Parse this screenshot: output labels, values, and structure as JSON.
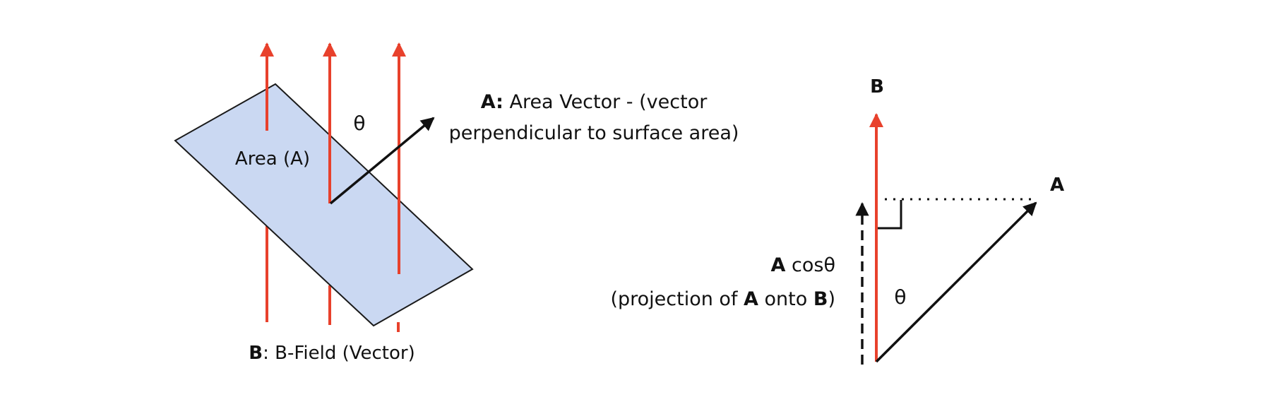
{
  "left": {
    "area_label": "Area (A)",
    "theta": "θ",
    "area_vector": {
      "bold": "A:",
      "line1_rest": " Area Vector - (vector",
      "line2": "perpendicular to surface area)"
    },
    "bfield": {
      "bold": "B",
      "rest": ": B-Field (Vector)"
    }
  },
  "right": {
    "b_label": "B",
    "a_label": "A",
    "theta": "θ",
    "acos": {
      "bold": "A",
      "rest": " cosθ"
    },
    "projection": {
      "p1": "(projection of ",
      "bold_a": "A",
      "p2": " onto ",
      "bold_b": "B",
      "p3": ")"
    }
  },
  "colors": {
    "field": "#e8412c",
    "plane_fill": "#cad8f2",
    "plane_stroke": "#1a1a1a",
    "vector": "#111111"
  }
}
